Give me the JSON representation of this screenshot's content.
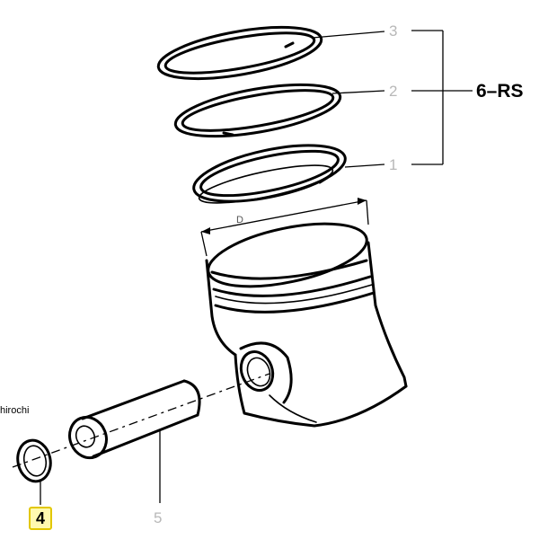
{
  "diagram": {
    "callouts": {
      "ring_top": "3",
      "ring_middle": "2",
      "ring_bottom": "1",
      "pin": "5",
      "circlip": "4"
    },
    "kit_label": "6–RS",
    "dimension_label": "D",
    "watermark": "hirochi",
    "colors": {
      "line": "#000000",
      "callout_grey": "#b8b8b8",
      "highlight_fill": "#fff9b0",
      "highlight_border": "#e2c700"
    }
  }
}
